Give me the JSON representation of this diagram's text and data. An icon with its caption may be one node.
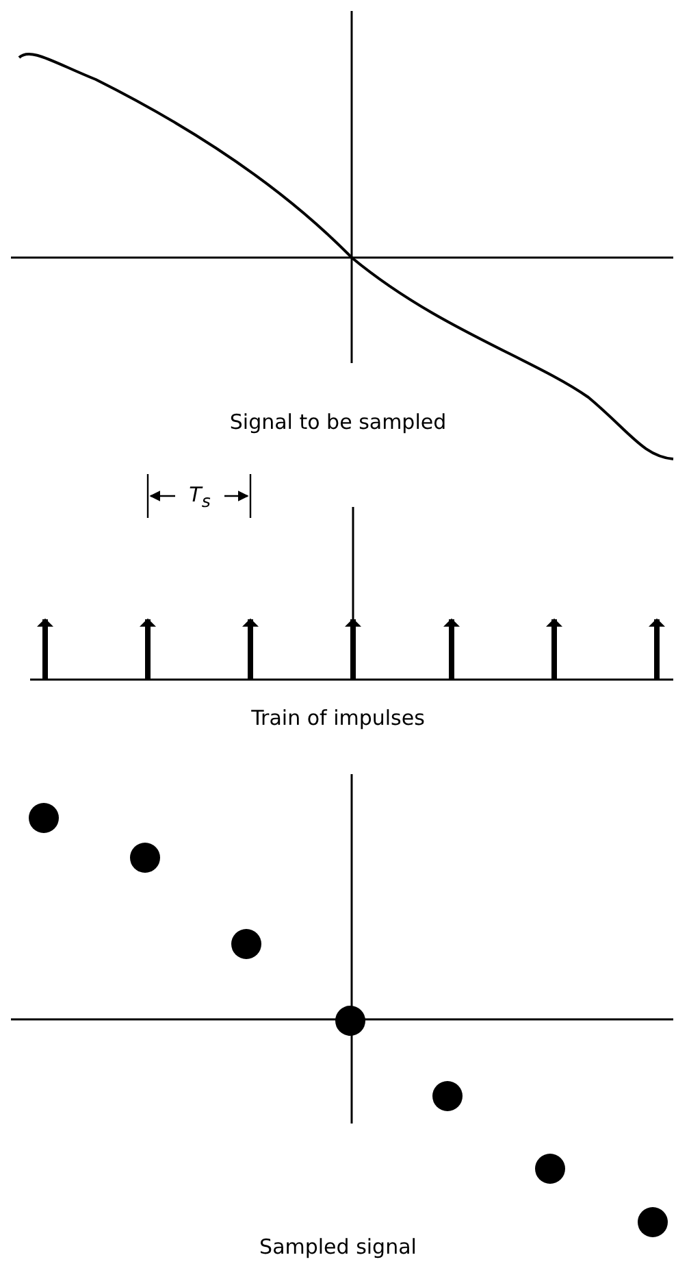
{
  "diagram": {
    "labels": [
      "Signal to be sampled",
      "T$_{s}$",
      "Train of impulses",
      "Sampled signal"
    ]
  }
}
